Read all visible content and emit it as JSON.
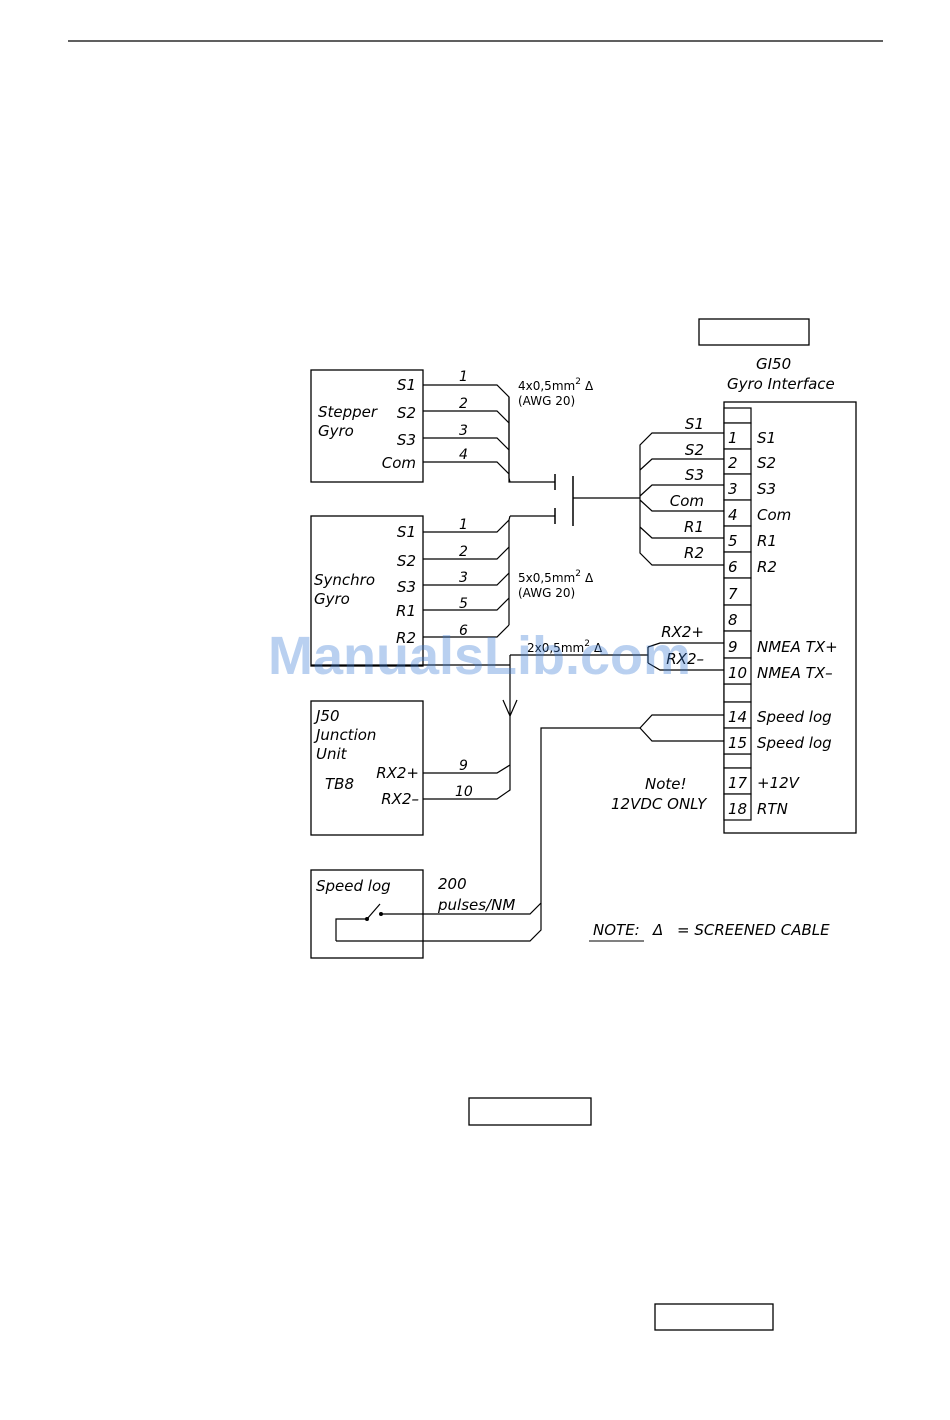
{
  "stepper_gyro": {
    "name_line1": "Stepper",
    "name_line2": "Gyro",
    "pins": [
      "S1",
      "S2",
      "S3",
      "Com"
    ],
    "wires": [
      "1",
      "2",
      "3",
      "4"
    ]
  },
  "synchro_gyro": {
    "name_line1": "Synchro",
    "name_line2": "Gyro",
    "pins": [
      "S1",
      "S2",
      "S3",
      "R1",
      "R2"
    ],
    "wires": [
      "1",
      "2",
      "3",
      "5",
      "6"
    ]
  },
  "cable_4": {
    "line1": "4x0,5mm",
    "sup": "2",
    "tri": "Δ",
    "line2": "(AWG 20)"
  },
  "cable_5": {
    "line1": "5x0,5mm",
    "sup": "2",
    "tri": "Δ",
    "line2": "(AWG 20)"
  },
  "cable_2": {
    "line1": "2x0,5mm",
    "sup": "2",
    "tri": "Δ"
  },
  "gi50": {
    "title_line1": "GI50",
    "title_line2": "Gyro Interface",
    "left_labels": [
      "S1",
      "S2",
      "S3",
      "Com",
      "R1",
      "R2",
      "",
      "",
      "RX2+",
      "RX2–"
    ],
    "rows": [
      {
        "num": "1",
        "label": "S1"
      },
      {
        "num": "2",
        "label": "S2"
      },
      {
        "num": "3",
        "label": "S3"
      },
      {
        "num": "4",
        "label": "Com"
      },
      {
        "num": "5",
        "label": "R1"
      },
      {
        "num": "6",
        "label": "R2"
      },
      {
        "num": "7",
        "label": ""
      },
      {
        "num": "8",
        "label": ""
      },
      {
        "num": "9",
        "label": "NMEA  TX+"
      },
      {
        "num": "10",
        "label": "NMEA  TX–"
      },
      {
        "num": "14",
        "label": "Speed  log"
      },
      {
        "num": "15",
        "label": "Speed  log"
      },
      {
        "num": "17",
        "label": "+12V"
      },
      {
        "num": "18",
        "label": "RTN"
      }
    ],
    "note_line1": "Note!",
    "note_line2": "12VDC  ONLY"
  },
  "j50": {
    "line1": "J50",
    "line2": "Junction",
    "line3": "Unit",
    "tb": "TB8",
    "pins": [
      "RX2+",
      "RX2–"
    ],
    "wires": [
      "9",
      "10"
    ]
  },
  "speed_log": {
    "name": "Speed  log",
    "pulses_line1": "200",
    "pulses_line2": "pulses/NM"
  },
  "note": {
    "prefix": "NOTE:",
    "tri": "Δ",
    "text": "=  SCREENED  CABLE"
  },
  "watermark": "ManualsLib.com"
}
